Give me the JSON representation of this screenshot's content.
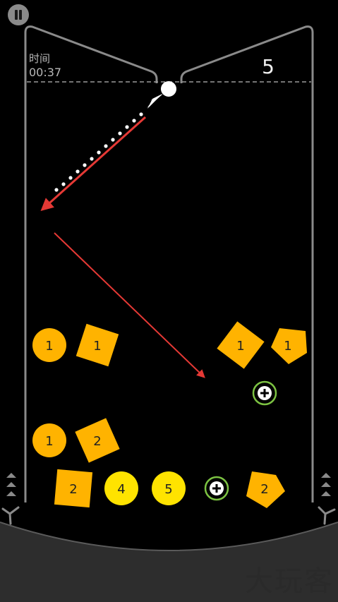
{
  "hud": {
    "time_label": "时间",
    "time_value": "00:37",
    "score": "5"
  },
  "watermark": "大玩客",
  "colors": {
    "orange": "#FFB300",
    "yellow": "#FFE300",
    "wall": "#8a8a8a",
    "arrow": "#e53935",
    "plus_ring": "#7cc242"
  },
  "bricks": [
    {
      "id": "circle-1a",
      "shape": "circle",
      "value": "1",
      "color": "orange"
    },
    {
      "id": "square-1a",
      "shape": "square",
      "value": "1",
      "color": "orange"
    },
    {
      "id": "square-1b",
      "shape": "square",
      "value": "1",
      "color": "orange"
    },
    {
      "id": "pentagon-1",
      "shape": "pentagon",
      "value": "1",
      "color": "orange"
    },
    {
      "id": "circle-1b",
      "shape": "circle",
      "value": "1",
      "color": "orange"
    },
    {
      "id": "square-2a",
      "shape": "square",
      "value": "2",
      "color": "orange"
    },
    {
      "id": "square-2b",
      "shape": "square",
      "value": "2",
      "color": "orange"
    },
    {
      "id": "circle-4",
      "shape": "circle",
      "value": "4",
      "color": "yellow"
    },
    {
      "id": "circle-5",
      "shape": "circle",
      "value": "5",
      "color": "yellow"
    },
    {
      "id": "pentagon-2",
      "shape": "pentagon",
      "value": "2",
      "color": "orange"
    }
  ],
  "powerups": [
    "extra-ball",
    "extra-ball"
  ],
  "icons": [
    "pause-icon",
    "plus-icon",
    "chevron-up-icon",
    "fan-icon"
  ]
}
